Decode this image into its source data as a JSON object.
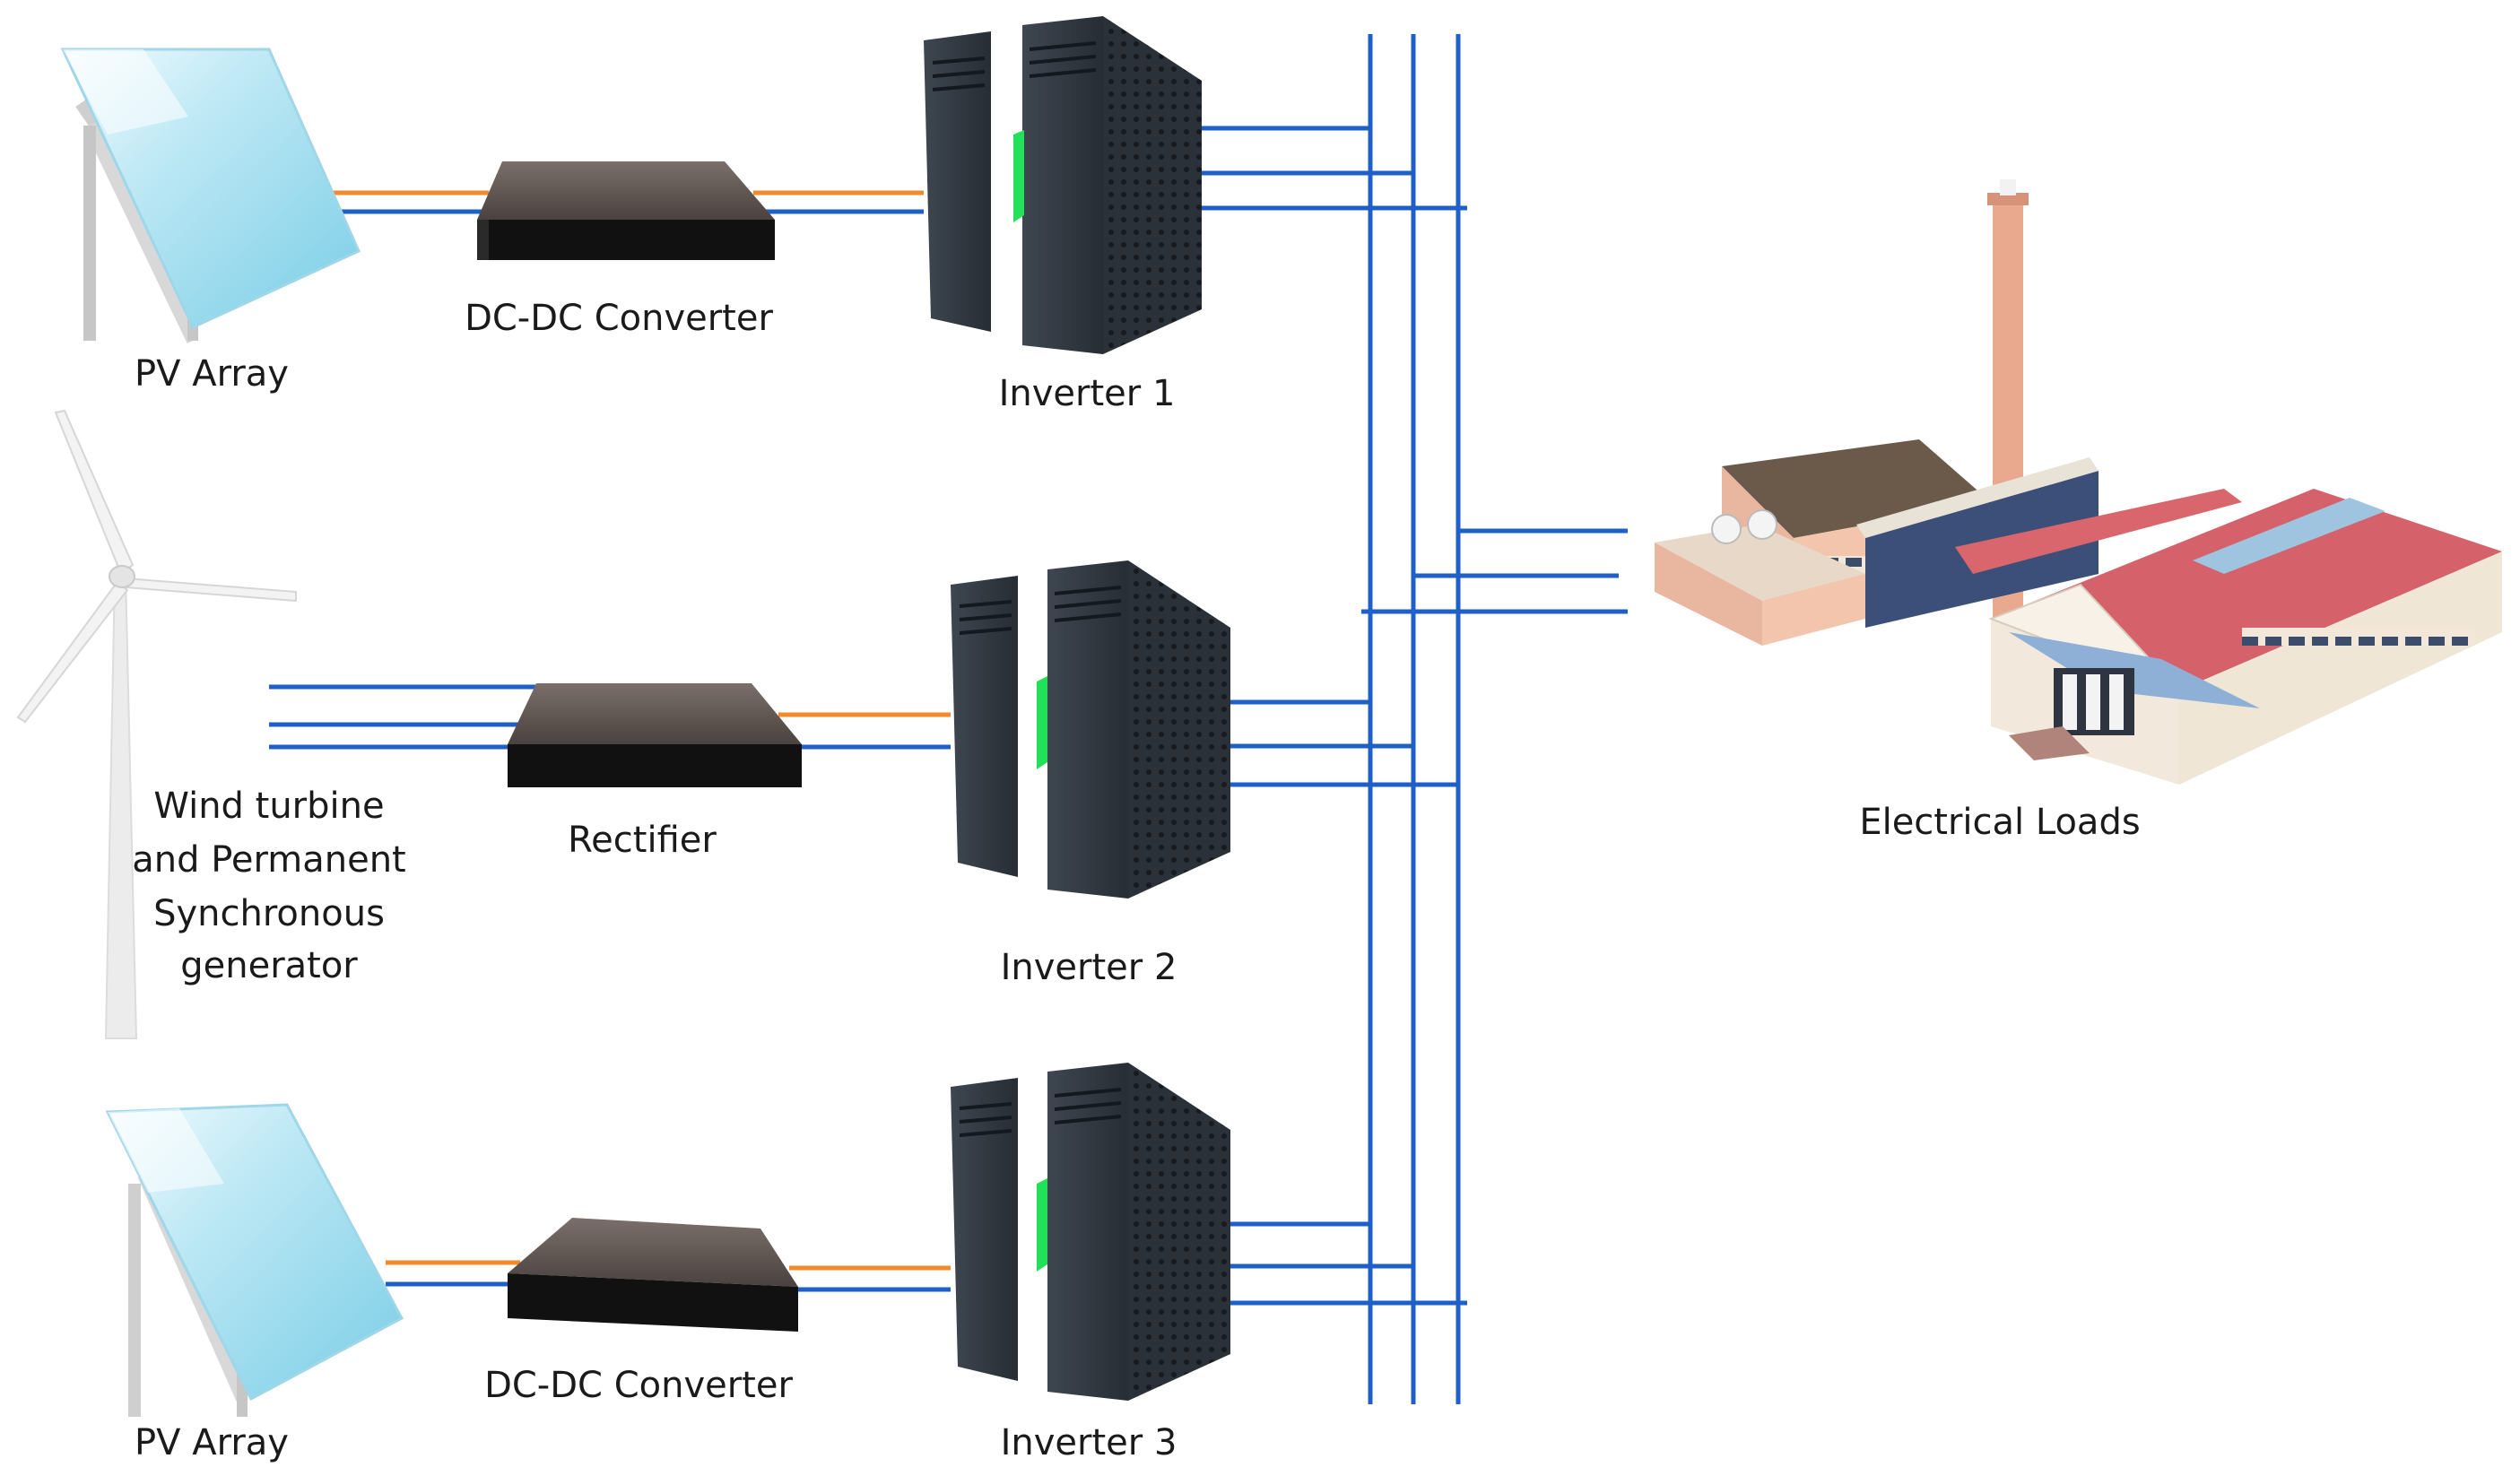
{
  "labels": {
    "pv_array_top": "PV Array",
    "dcdc_top": "DC-DC Converter",
    "inverter_1": "Inverter 1",
    "wind_line1": "Wind turbine",
    "wind_line2": "and Permanent",
    "wind_line3": "Synchronous",
    "wind_line4": "generator",
    "rectifier": "Rectifier",
    "inverter_2": "Inverter 2",
    "pv_array_bottom": "PV Array",
    "dcdc_bottom": "DC-DC Converter",
    "inverter_3": "Inverter 3",
    "electrical_loads": "Electrical Loads"
  },
  "colors": {
    "dc_positive": "#f08a2c",
    "blue_line": "#1f5fc8",
    "bus": "#1f5fc8",
    "inverter_led": "#22e05a"
  }
}
